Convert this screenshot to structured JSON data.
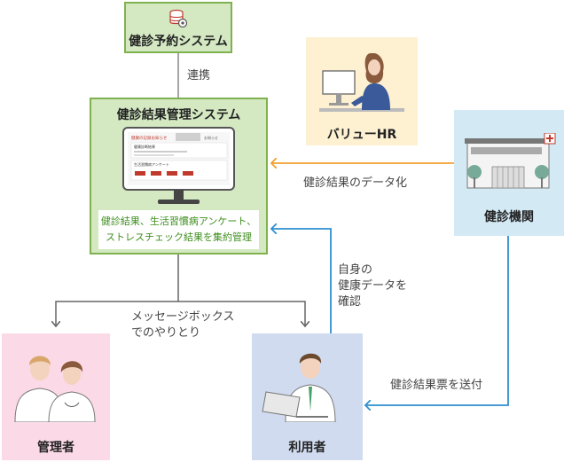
{
  "nodes": {
    "reserve_system": "健診予約システム",
    "results_system": "健診結果管理システム",
    "results_note_line1": "健診結果、生活習慣病アンケート、",
    "results_note_line2": "ストレスチェック結果を集約管理",
    "value_hr": "バリューHR",
    "clinic": "健診機関",
    "manager": "管理者",
    "user": "利用者"
  },
  "edges": {
    "link": "連携",
    "digitize": "健診結果のデータ化",
    "check_line1": "自身の",
    "check_line2": "健康データを",
    "check_line3": "確認",
    "message_line1": "メッセージボックス",
    "message_line2": "でのやりとり",
    "send_report": "健診結果票を送付"
  },
  "screen": {
    "header": "健康の記録お知らせ",
    "tab": "お知らせ",
    "section1": "健康診断結果",
    "section2": "生活習慣病アンケート"
  },
  "colors": {
    "green_border": "#7fb24f",
    "green_fill": "#d4e8c2",
    "orange_arrow": "#f0a030",
    "blue_arrow": "#2f8fd0",
    "gray_arrow": "#666666"
  }
}
